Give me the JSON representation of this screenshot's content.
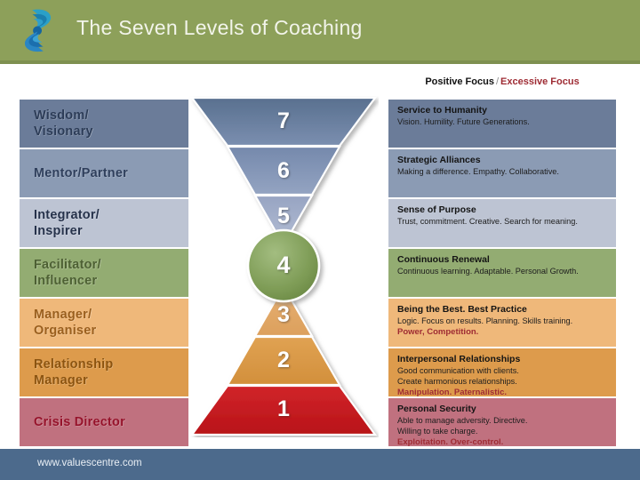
{
  "header": {
    "title": "The Seven Levels of Coaching",
    "logo_icon": "valuescentre-swirl-logo",
    "bg_color": "#8da05a"
  },
  "legend": {
    "positive": "Positive Focus",
    "separator": "/",
    "excessive": "Excessive Focus",
    "positive_color": "#111111",
    "excessive_color": "#9e2b33"
  },
  "levels": [
    {
      "number": "7",
      "role": "Wisdom/\nVisionary",
      "title": "Service to Humanity",
      "desc": "Vision. Humility. Future Generations.",
      "excessive": "",
      "band_color": "#6b7c99",
      "role_text_color": "#2c3c57",
      "num_fill_top": "#5e7396",
      "num_fill_bottom": "#7489ab"
    },
    {
      "number": "6",
      "role": "Mentor/Partner",
      "title": "Strategic Alliances",
      "desc": "Making a difference. Empathy. Collaborative.",
      "excessive": "",
      "band_color": "#8b9bb4",
      "role_text_color": "#2f3f5c",
      "num_fill_top": "#7c8fb3",
      "num_fill_bottom": "#93a4c0"
    },
    {
      "number": "5",
      "role": "Integrator/\nInspirer",
      "title": "Sense of Purpose",
      "desc": "Trust, commitment. Creative. Search for meaning.",
      "excessive": "",
      "band_color": "#bdc4d3",
      "role_text_color": "#26324b",
      "num_fill_top": "#9fabc8",
      "num_fill_bottom": "#b6c0d6"
    },
    {
      "number": "4",
      "role": "Facilitator/\nInfluencer",
      "title": "Continuous Renewal",
      "desc": "Continuous learning. Adaptable. Personal Growth.",
      "excessive": "",
      "band_color": "#93ac72",
      "role_text_color": "#4d6033",
      "num_fill_top": "#84a05c",
      "num_fill_bottom": "#6e8c48"
    },
    {
      "number": "3",
      "role": "Manager/\nOrganiser",
      "title": "Being the Best. Best Practice",
      "desc": "Logic.  Focus on results. Planning. Skills training.",
      "excessive": "Power, Competition.",
      "band_color": "#efb87a",
      "role_text_color": "#9a5f1e",
      "num_fill_top": "#e4a96b",
      "num_fill_bottom": "#dd9f5d"
    },
    {
      "number": "2",
      "role": "Relationship\nManager",
      "title": "Interpersonal Relationships",
      "desc": "Good communication with clients.\nCreate harmonious relationships.",
      "excessive": "Manipulation. Paternalistic.",
      "band_color": "#dd9b4c",
      "role_text_color": "#8c5410",
      "num_fill_top": "#dd9b4c",
      "num_fill_bottom": "#d38f3c"
    },
    {
      "number": "1",
      "role": "Crisis Director",
      "title": "Personal Security",
      "desc": "Able to manage adversity. Directive.\nWilling to take charge.",
      "excessive": "Exploitation. Over-control.",
      "band_color": "#c0717f",
      "role_text_color": "#96132b",
      "num_fill_top": "#cf2026",
      "num_fill_bottom": "#bf161c"
    }
  ],
  "footer": {
    "url": "www.valuescentre.com",
    "bg_color": "#4c6a8c"
  }
}
